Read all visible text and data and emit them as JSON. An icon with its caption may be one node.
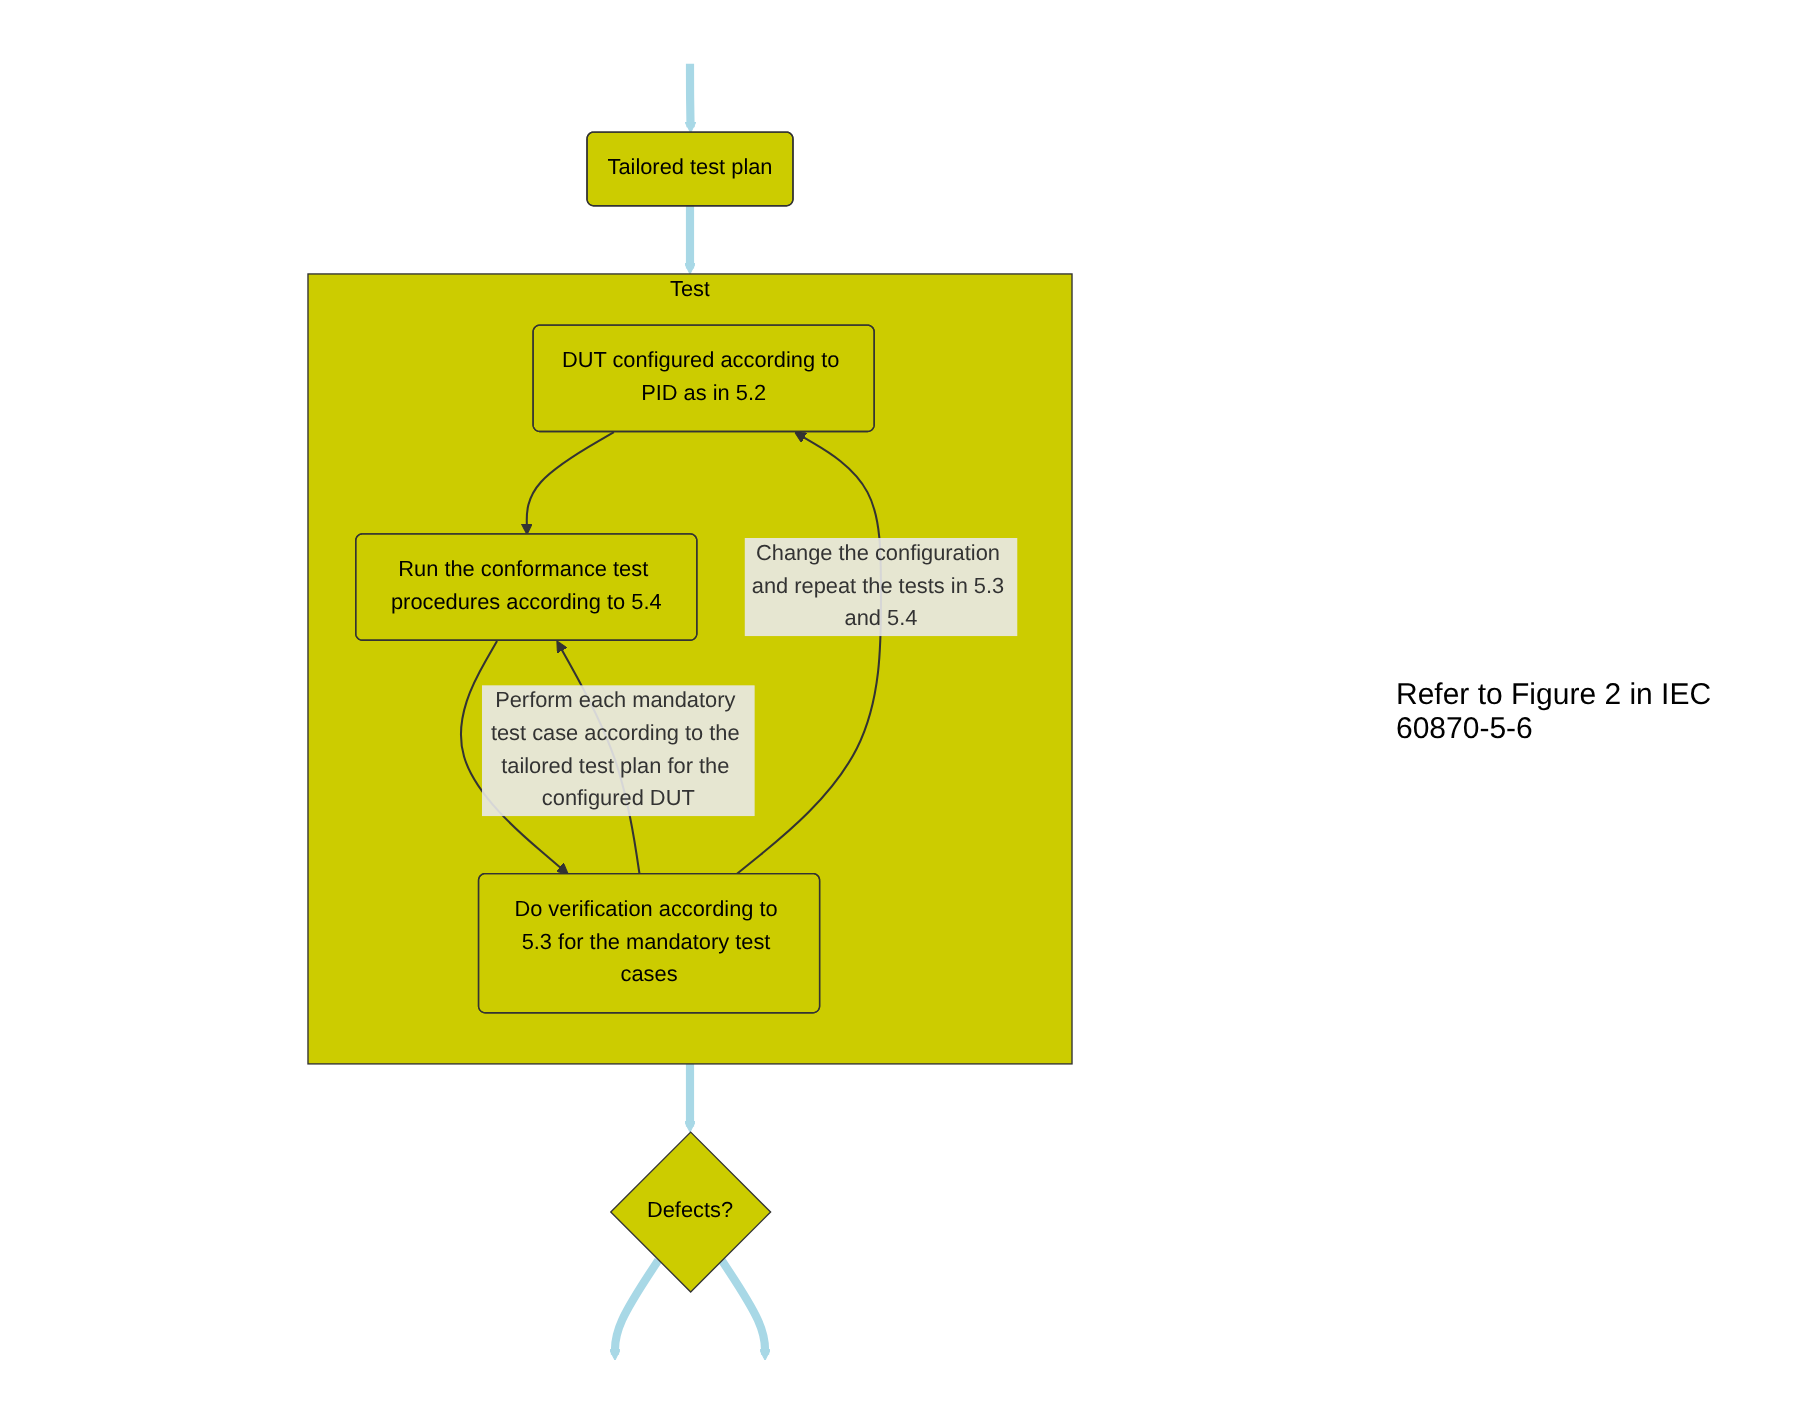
{
  "diagram": {
    "nodes": [
      {
        "text": [
          "Tailored test plan"
        ]
      },
      {
        "text": [
          "Test"
        ]
      },
      {
        "text": [
          "DUT configured according to PID as in 5.2"
        ],
        "in": 1
      },
      {
        "text": [
          "Run the conformance test procedures according to 5.4"
        ],
        "in": 1
      },
      {
        "text": [
          "Do verification according to 5.3 for the mandatory test cases"
        ],
        "in": 1
      },
      {
        "text": [
          "Defects?"
        ]
      }
    ],
    "edges": [
      {
        "from": null,
        "to": 0,
        "arrow": "to"
      },
      {
        "from": 0,
        "to": 1,
        "arrow": "to"
      },
      {
        "from": 2,
        "to": 3,
        "arrow": "to",
        "color": "#333333"
      },
      {
        "from": 3,
        "to": 4,
        "arrow": "to",
        "color": "#333333"
      },
      {
        "from": 4,
        "to": 2,
        "arrow": "to",
        "label": "Change the configuration and repeat the tests in 5.3 and 5.4",
        "color": "#333333"
      },
      {
        "from": 4,
        "to": 3,
        "arrow": "to",
        "label": "Perform each mandatory test case according to the tailored test plan for the configured DUT",
        "color": "#333333"
      },
      {
        "from": 1,
        "to": 5,
        "arrow": "to"
      },
      {
        "from": 5,
        "to": null,
        "arrow": "to"
      },
      {
        "from": 5,
        "to": null,
        "arrow": "to"
      }
    ],
    "labels": [
      "Refer to Figure 2 in IEC 60870-5-6"
    ]
  }
}
